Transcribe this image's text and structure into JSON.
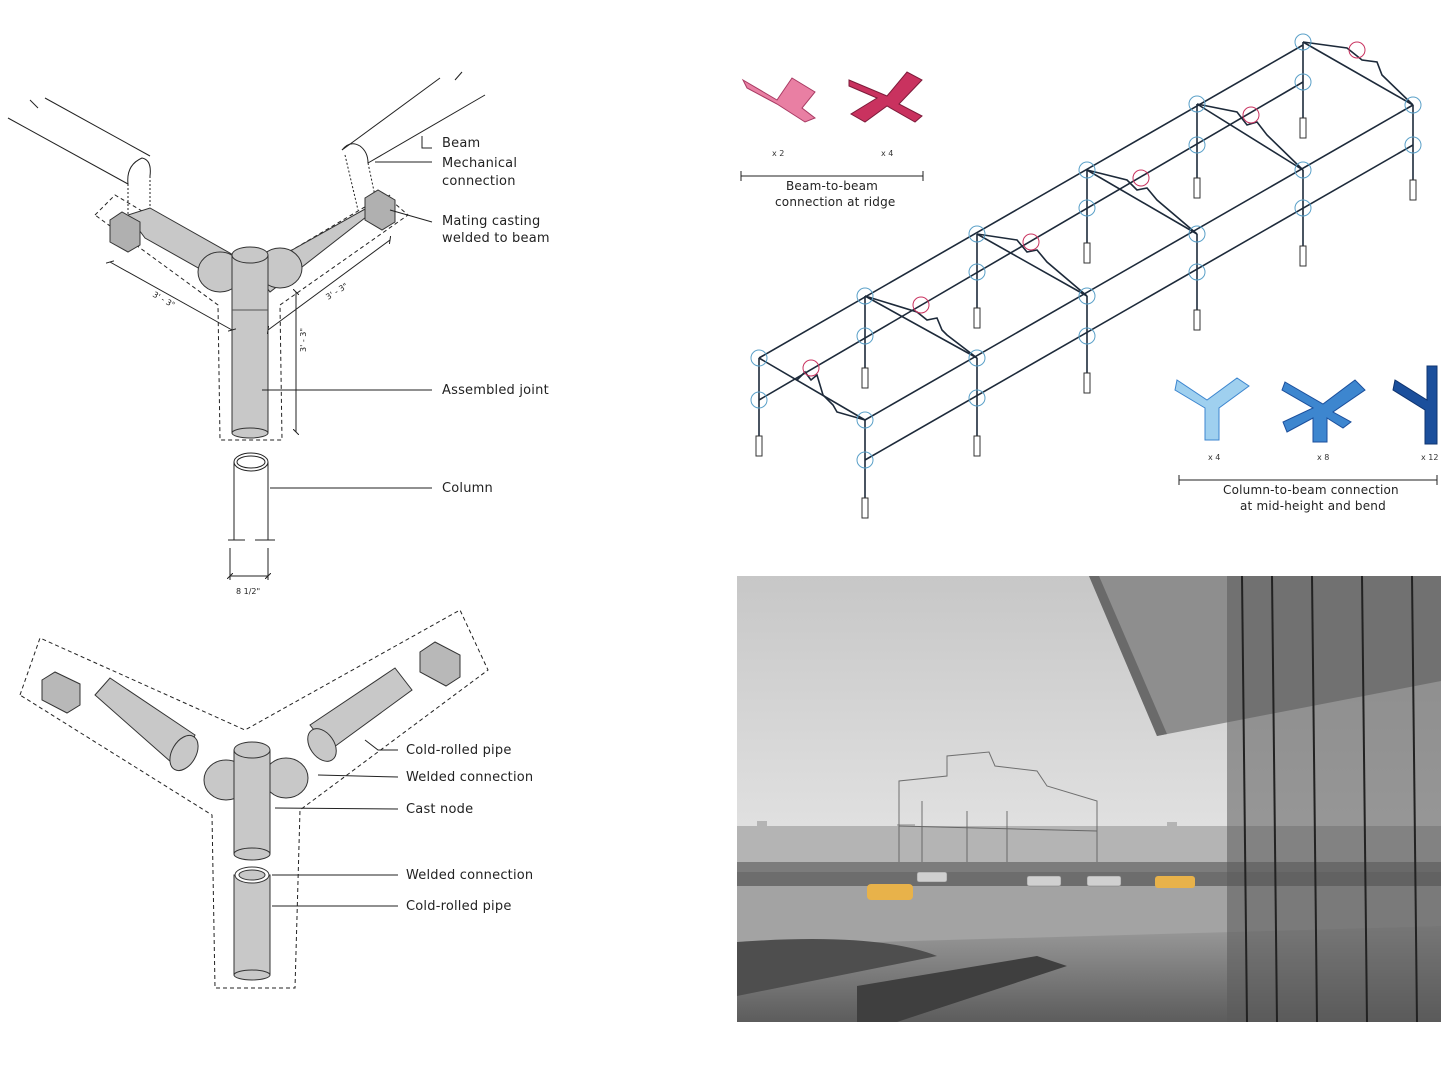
{
  "joint_diagram": {
    "labels": {
      "beam": "Beam",
      "mechanical_connection_1": "Mechanical",
      "mechanical_connection_2": "connection",
      "mating_casting_1": "Mating casting",
      "mating_casting_2": "welded to beam",
      "assembled_joint": "Assembled joint",
      "column": "Column"
    },
    "dimensions": {
      "left_arm": "3' - 3\"",
      "right_arm": "3' - 3\"",
      "vertical": "3' - 3\"",
      "diameter": "8 1/2\""
    }
  },
  "exploded_diagram": {
    "labels": {
      "cold_rolled_pipe_top": "Cold-rolled pipe",
      "welded_connection_top": "Welded connection",
      "cast_node": "Cast node",
      "welded_connection_bottom": "Welded connection",
      "cold_rolled_pipe_bottom": "Cold-rolled pipe"
    }
  },
  "ridge_connections": {
    "count_a": "x 2",
    "count_b": "x 4",
    "caption_1": "Beam-to-beam",
    "caption_2": "connection at ridge",
    "colors": {
      "light_pink": "#e97fa3",
      "dark_pink": "#c9325f"
    }
  },
  "column_connections": {
    "count_a": "x 4",
    "count_b": "x 8",
    "count_c": "x 12",
    "caption_1": "Column-to-beam connection",
    "caption_2": "at mid-height and bend",
    "colors": {
      "light_blue": "#9fd0ef",
      "mid_blue": "#3d86cf",
      "dark_blue": "#1b4f9c"
    }
  },
  "photo": {
    "description_icon": "photo-icon"
  }
}
